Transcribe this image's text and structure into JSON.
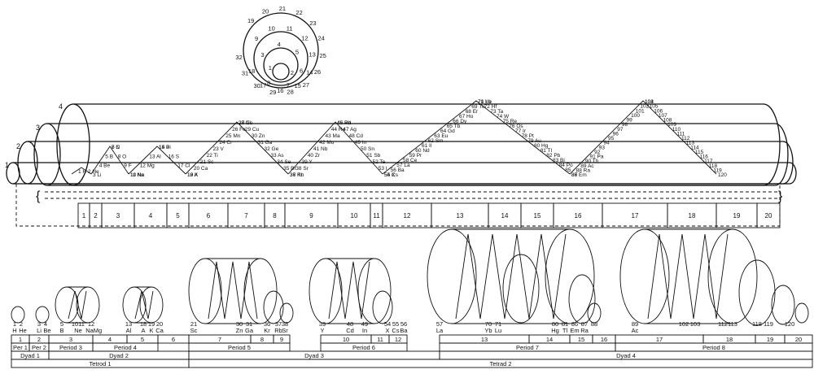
{
  "spiral": {
    "numbers": [
      "1",
      "2",
      "3",
      "4",
      "5",
      "6",
      "7",
      "8",
      "9",
      "10",
      "11",
      "12",
      "13",
      "14",
      "15",
      "16",
      "17",
      "18",
      "19",
      "20",
      "21",
      "22",
      "23",
      "24",
      "25",
      "26",
      "27",
      "28",
      "29",
      "30",
      "31",
      "32"
    ]
  },
  "top_helix": {
    "cylinder_numbers": [
      "1",
      "2",
      "3",
      "4"
    ],
    "elements": [
      "1 H",
      "2 He",
      "3 Li",
      "4 Be",
      "5 B",
      "6 C",
      "7 N",
      "8 O",
      "9 F",
      "10 Ne",
      "11 Na",
      "12 Mg",
      "13 Al",
      "14 Si",
      "15 P",
      "16 S",
      "17 Cl",
      "18 A",
      "19 K",
      "20 Ca",
      "21 Sc",
      "22 Ti",
      "23 V",
      "24 Cr",
      "25 Mn",
      "26 Fe",
      "27 Co",
      "28 Ni",
      "29 Cu",
      "30 Zn",
      "31 Ga",
      "32 Ge",
      "33 As",
      "34 Se",
      "35 Br",
      "36 Kr",
      "37 Rb",
      "38 Sr",
      "39 Y",
      "40 Zr",
      "41 Nb",
      "42 Mo",
      "43 Ma",
      "44 Ru",
      "45 Rh",
      "46 Pd",
      "47 Ag",
      "48 Cd",
      "49 In",
      "50 Sn",
      "51 Sb",
      "52 Te",
      "53 I",
      "54 X",
      "55 Cs",
      "56 Ba",
      "57 La",
      "58 Ce",
      "59 Pr",
      "60 Nd",
      "61 Il",
      "62 Sm",
      "63 Eu",
      "64 Gd",
      "65 Tb",
      "66 Dy",
      "67 Ho",
      "68 Er",
      "69 Tu",
      "70 Yb",
      "71 Lu",
      "72 Hf",
      "73 Ta",
      "74 W",
      "75 Re",
      "76 Os",
      "77 Ir",
      "78 Pt",
      "79 Au",
      "80 Hg",
      "81 Tl",
      "82 Pb",
      "83 Bi",
      "84 Po",
      "85",
      "86 Em",
      "87",
      "88 Ra",
      "89 Ac",
      "90 Th",
      "91 Pa",
      "92",
      "93",
      "94",
      "95",
      "96",
      "97",
      "98",
      "99",
      "100",
      "101",
      "102",
      "103",
      "104",
      "105",
      "106",
      "107",
      "108",
      "109",
      "110",
      "111",
      "112",
      "113",
      "114",
      "115",
      "116",
      "117",
      "118",
      "119",
      "120"
    ],
    "period_boxes": [
      "1",
      "2",
      "3",
      "4",
      "5",
      "6",
      "7",
      "8",
      "9",
      "10",
      "11",
      "12",
      "13",
      "14",
      "15",
      "16",
      "17",
      "18",
      "19",
      "20"
    ]
  },
  "bottom_labels": {
    "numbers": [
      "1",
      "2",
      "3",
      "4",
      "5",
      "10",
      "11",
      "12",
      "13",
      "18",
      "19",
      "20",
      "21",
      "30",
      "31",
      "36",
      "37",
      "38",
      "39",
      "48",
      "49",
      "54",
      "55",
      "56",
      "57",
      "70",
      "71",
      "80",
      "81",
      "86",
      "87",
      "88",
      "89",
      "102",
      "103",
      "112",
      "113",
      "118",
      "119",
      "120"
    ],
    "symbols": [
      "H",
      "He",
      "Li",
      "Be",
      "B",
      "Ne",
      "Na",
      "Mg",
      "Al",
      "A",
      "K",
      "Ca",
      "Sc",
      "Zn",
      "Ga",
      "Kr",
      "Rb",
      "Sr",
      "Y",
      "Cd",
      "In",
      "X",
      "Cs",
      "Ba",
      "La",
      "Yb",
      "Lu",
      "Hg",
      "Tl",
      "Em",
      "Ra",
      "Ac"
    ],
    "period_row": [
      "1",
      "2",
      "3",
      "4",
      "5",
      "6",
      "7",
      "8",
      "9",
      "10",
      "11",
      "12",
      "13",
      "14",
      "15",
      "16",
      "17",
      "18",
      "19",
      "20"
    ],
    "periods": [
      "Per 1",
      "Per 2",
      "Period 3",
      "Period 4",
      "Period 5",
      "Period 6",
      "Period 7",
      "Period 8"
    ],
    "dyads": [
      "Dyad 1",
      "Dyad 2",
      "Dyad 3",
      "Dyad 4"
    ],
    "tetrads": [
      "Tetrod 1",
      "Tetrad 2"
    ]
  }
}
